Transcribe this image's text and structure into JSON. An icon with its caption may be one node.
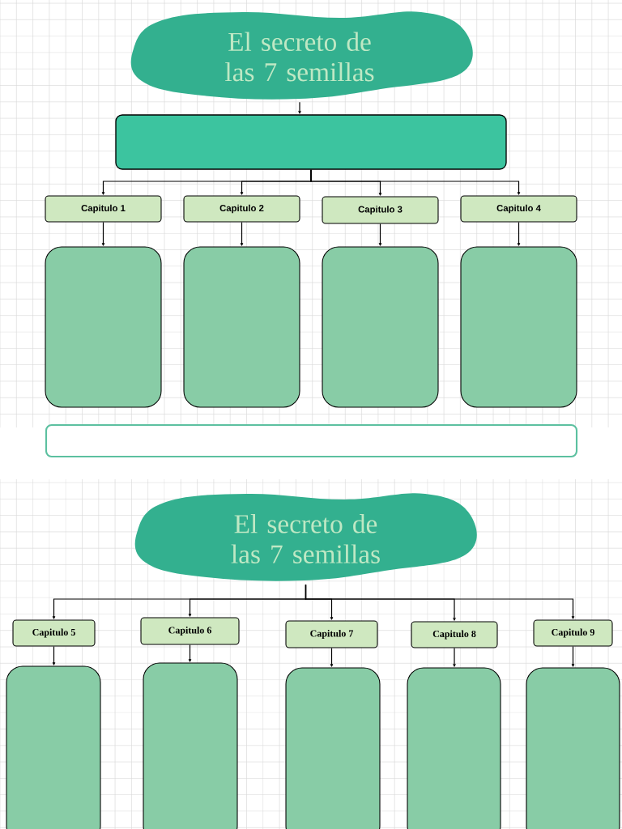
{
  "diagram": {
    "nodes": [
      {
        "text": [
          "El secreto de las 7 semillas"
        ]
      },
      {
        "text": [],
        "shape": "box"
      },
      {
        "text": [
          "Capitulo 1"
        ]
      },
      {
        "text": [
          "Capitulo 2"
        ]
      },
      {
        "text": [
          "Capitulo 3"
        ]
      },
      {
        "text": [
          "Capitulo 4"
        ]
      },
      {
        "text": [],
        "shape": "box"
      },
      {
        "text": [],
        "shape": "box"
      },
      {
        "text": [],
        "shape": "box"
      },
      {
        "text": [],
        "shape": "box"
      },
      {
        "text": [],
        "shape": "box"
      },
      {
        "text": [
          "El secreto de las 7 semillas"
        ]
      },
      {
        "text": [
          "Capitulo 5"
        ]
      },
      {
        "text": [
          "Capitulo 6"
        ]
      },
      {
        "text": [
          "Capitulo 7"
        ]
      },
      {
        "text": [
          "Capitulo 8"
        ]
      },
      {
        "text": [
          "Capitulo 9"
        ]
      },
      {
        "text": [],
        "shape": "box"
      },
      {
        "text": [],
        "shape": "box"
      },
      {
        "text": [],
        "shape": "box"
      },
      {
        "text": [],
        "shape": "box"
      },
      {
        "text": [],
        "shape": "box"
      }
    ],
    "edges": [
      {
        "from": 0,
        "to": 1,
        "arrow": "to"
      },
      {
        "from": 1,
        "to": 2,
        "arrow": "to"
      },
      {
        "from": 1,
        "to": 3,
        "arrow": "to"
      },
      {
        "from": 1,
        "to": 4,
        "arrow": "to"
      },
      {
        "from": 1,
        "to": 5,
        "arrow": "to"
      },
      {
        "from": 2,
        "to": 6,
        "arrow": "to"
      },
      {
        "from": 3,
        "to": 7,
        "arrow": "to"
      },
      {
        "from": 4,
        "to": 8,
        "arrow": "to"
      },
      {
        "from": 5,
        "to": 9,
        "arrow": "to"
      },
      {
        "from": 11,
        "to": 12,
        "arrow": "to"
      },
      {
        "from": 11,
        "to": 13,
        "arrow": "to"
      },
      {
        "from": 11,
        "to": 14,
        "arrow": "to"
      },
      {
        "from": 11,
        "to": 15,
        "arrow": "to"
      },
      {
        "from": 11,
        "to": 16,
        "arrow": "to"
      },
      {
        "from": 12,
        "to": 17,
        "arrow": "to"
      },
      {
        "from": 13,
        "to": 18,
        "arrow": "to"
      },
      {
        "from": 14,
        "to": 19,
        "arrow": "to"
      },
      {
        "from": 15,
        "to": 20,
        "arrow": "to"
      },
      {
        "from": 16,
        "to": 21,
        "arrow": "to"
      }
    ]
  }
}
